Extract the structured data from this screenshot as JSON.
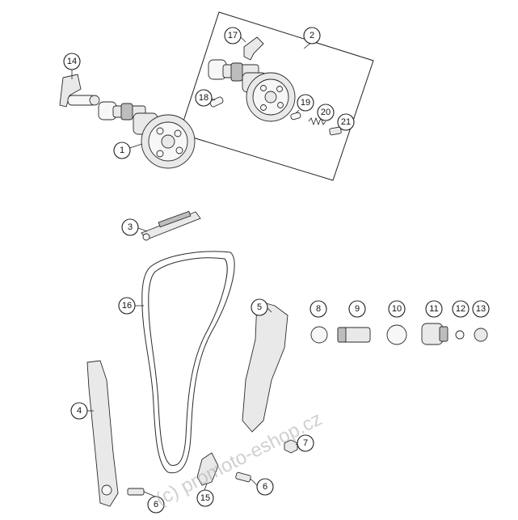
{
  "watermark": "(c) promoto-eshop.cz",
  "callouts": [
    {
      "id": "c1",
      "label": "1"
    },
    {
      "id": "c2",
      "label": "2"
    },
    {
      "id": "c3",
      "label": "3"
    },
    {
      "id": "c4",
      "label": "4"
    },
    {
      "id": "c5",
      "label": "5"
    },
    {
      "id": "c6a",
      "label": "6"
    },
    {
      "id": "c6b",
      "label": "6"
    },
    {
      "id": "c7",
      "label": "7"
    },
    {
      "id": "c8",
      "label": "8"
    },
    {
      "id": "c9",
      "label": "9"
    },
    {
      "id": "c10",
      "label": "10"
    },
    {
      "id": "c11",
      "label": "11"
    },
    {
      "id": "c12",
      "label": "12"
    },
    {
      "id": "c13",
      "label": "13"
    },
    {
      "id": "c14",
      "label": "14"
    },
    {
      "id": "c15",
      "label": "15"
    },
    {
      "id": "c16",
      "label": "16"
    },
    {
      "id": "c17",
      "label": "17"
    },
    {
      "id": "c18",
      "label": "18"
    },
    {
      "id": "c19",
      "label": "19"
    },
    {
      "id": "c20",
      "label": "20"
    },
    {
      "id": "c21",
      "label": "21"
    }
  ]
}
